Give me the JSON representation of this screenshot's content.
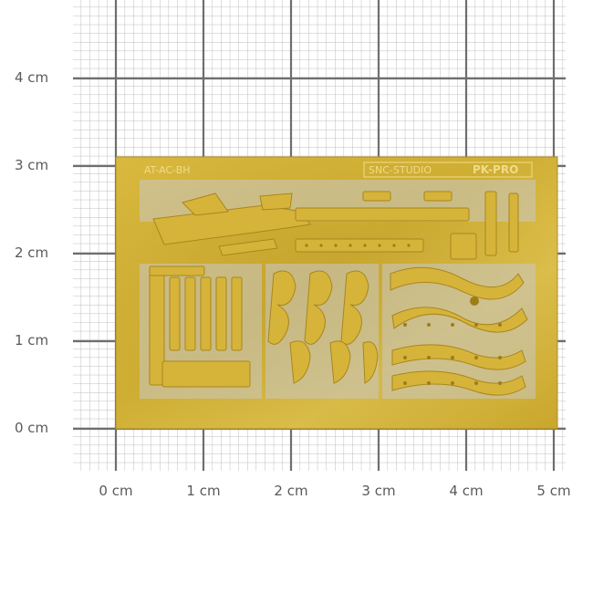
{
  "y_axis_labels": [
    "4 cm",
    "3 cm",
    "2 cm",
    "1 cm",
    "0 cm"
  ],
  "x_axis_labels": [
    "0 cm",
    "1 cm",
    "2 cm",
    "3 cm",
    "4 cm",
    "5 cm"
  ],
  "fret": {
    "part_code": "AT-AC-BH",
    "maker": "SNC-STUDIO",
    "brand": "PK-PRO"
  },
  "colors": {
    "grid_fine": "#b8b8b8",
    "grid_major": "#6e6e6e",
    "brass": "#d6b43a",
    "brass_dark": "#a8861c",
    "brass_light": "#e3c85a"
  }
}
